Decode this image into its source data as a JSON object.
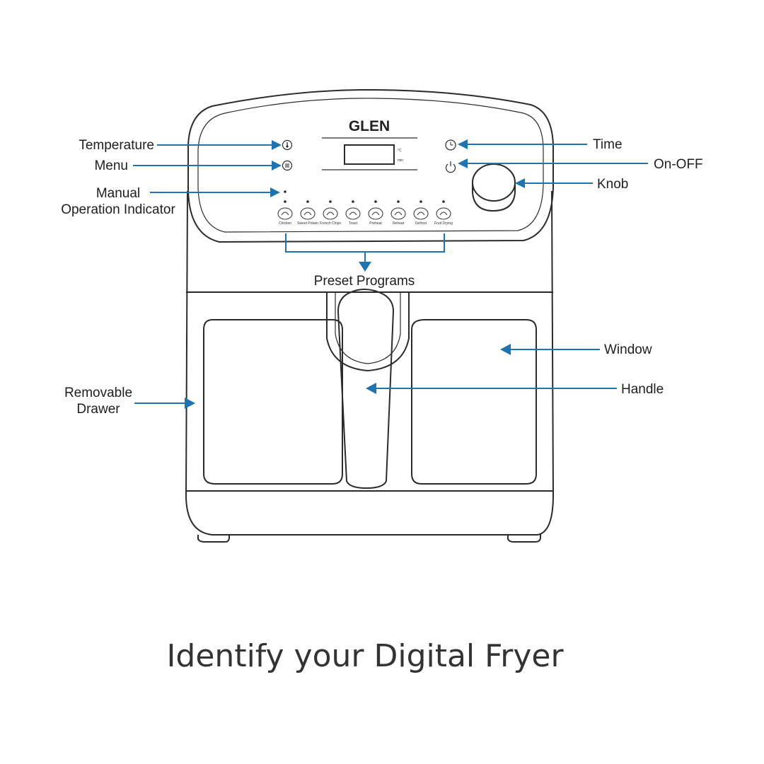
{
  "brand": "GLEN",
  "display_units": {
    "temp": "°C",
    "time": "min"
  },
  "callouts": {
    "temperature": "Temperature",
    "menu": "Menu",
    "manual_line1": "Manual",
    "manual_line2": "Operation Indicator",
    "time": "Time",
    "on_off": "On-OFF",
    "knob": "Knob",
    "preset_programs": "Preset Programs",
    "window": "Window",
    "handle": "Handle",
    "drawer_line1": "Removable",
    "drawer_line2": "Drawer"
  },
  "presets": [
    {
      "label": "Chicken",
      "icon": "chicken-icon"
    },
    {
      "label": "Sweet Potato",
      "icon": "sweet-potato-icon"
    },
    {
      "label": "French Chips",
      "icon": "french-chips-icon"
    },
    {
      "label": "Toast",
      "icon": "toast-icon"
    },
    {
      "label": "Preheat",
      "icon": "preheat-icon"
    },
    {
      "label": "Reheat",
      "icon": "reheat-icon"
    },
    {
      "label": "Defrost",
      "icon": "defrost-icon"
    },
    {
      "label": "Fruit Drying",
      "icon": "fruit-drying-icon"
    }
  ],
  "caption": "Identify your Digital Fryer",
  "colors": {
    "arrow": "#1f73ae",
    "line": "#2b2b2b",
    "text": "#1e1e1e"
  }
}
